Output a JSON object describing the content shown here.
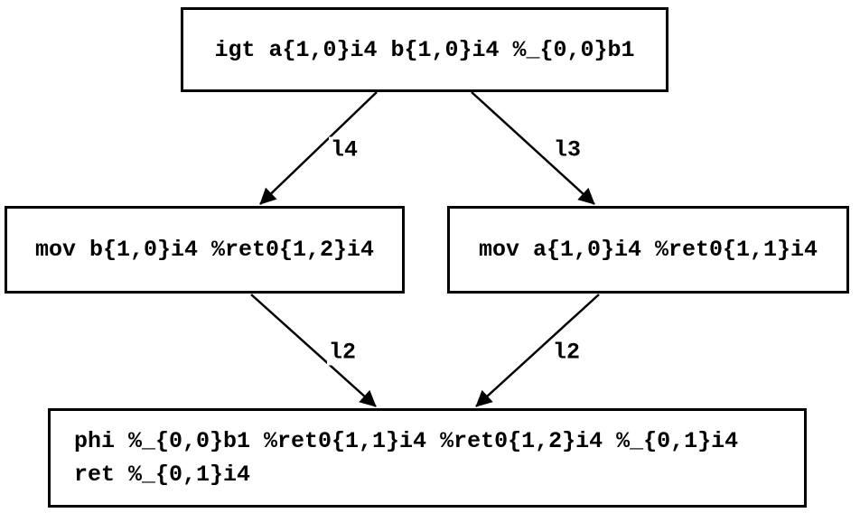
{
  "diagram": {
    "type": "control-flow-graph",
    "colors": {
      "background": "#ffffff",
      "node_border": "#000000",
      "edge": "#000000",
      "text": "#000000"
    },
    "nodes": [
      {
        "id": "igt",
        "lines": [
          "igt a{1,0}i4 b{1,0}i4 %_{0,0}b1"
        ]
      },
      {
        "id": "mov-left",
        "lines": [
          "mov b{1,0}i4 %ret0{1,2}i4"
        ]
      },
      {
        "id": "mov-right",
        "lines": [
          "mov a{1,0}i4 %ret0{1,1}i4"
        ]
      },
      {
        "id": "phi-ret",
        "lines": [
          "phi %_{0,0}b1 %ret0{1,1}i4 %ret0{1,2}i4 %_{0,1}i4",
          "ret %_{0,1}i4"
        ]
      }
    ],
    "edges": [
      {
        "from": "igt",
        "to": "mov-left",
        "label": "l4"
      },
      {
        "from": "igt",
        "to": "mov-right",
        "label": "l3"
      },
      {
        "from": "mov-left",
        "to": "phi-ret",
        "label": "l2"
      },
      {
        "from": "mov-right",
        "to": "phi-ret",
        "label": "l2"
      }
    ]
  }
}
